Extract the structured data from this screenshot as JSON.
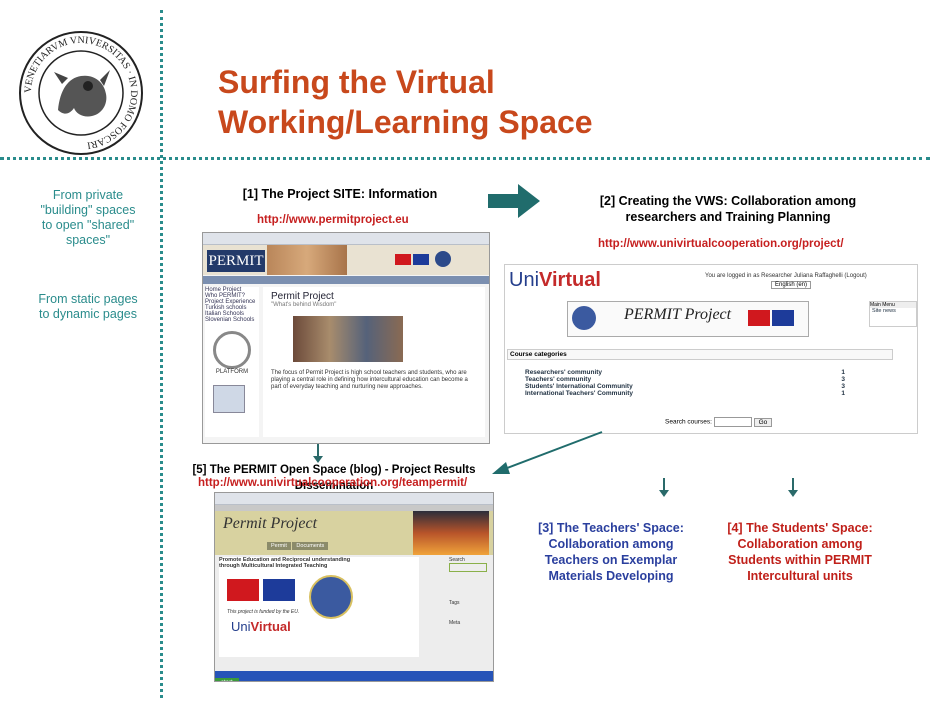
{
  "slide": {
    "title_line1": "Surfing the Virtual",
    "title_line2": "Working/Learning Space",
    "seal_text": "VENETIARVM VNIVERSITAS · IN DOMO FOSCARI",
    "side_note_1": "From private \"building\" spaces to open \"shared\" spaces\"",
    "side_note_2": "From static pages to dynamic pages",
    "caption_1": "[1] The Project SITE: Information",
    "url_1": "http://www.permitproject.eu",
    "caption_2a": "[2] Creating the VWS: Collaboration among",
    "caption_2b": "researchers and Training Planning",
    "url_2": "http://www.univirtualcooperation.org/project/",
    "caption_5": "[5] The PERMIT Open Space (blog) - Project Results Dissemination",
    "url_5": "http://www.univirtualcooperation.org/teampermit/",
    "caption_3": "[3] The Teachers' Space: Collaboration among Teachers on Exemplar Materials Developing",
    "caption_4": "[4] The Students' Space: Collaboration among Students within PERMIT Intercultural units"
  },
  "shot1": {
    "brand": "PERMIT",
    "heading": "Permit Project",
    "sub": "\"What's behind Wisdom\"",
    "nav": [
      "Home Project",
      "Who PERMIT?",
      "Project Experience",
      "Turkish schools",
      "Italian Schools",
      "Slovenian Schools"
    ],
    "platform": "PLATFORM",
    "body": "The focus of Permit Project is high school teachers and students, who are playing a central role in defining how intercultural education can become a part of everyday teaching and nurturing new approaches."
  },
  "shot2": {
    "brand_a": "Uni",
    "brand_b": "Virtual",
    "login": "You are logged in as Researcher Juliana Raffaghelli (Logout)",
    "lang": "English (en)",
    "banner": "PERMIT Project",
    "categories_title": "Course categories",
    "categories": [
      {
        "name": "Researchers' community",
        "count": "1"
      },
      {
        "name": "Teachers' community",
        "count": "3"
      },
      {
        "name": "Students' International Community",
        "count": "3"
      },
      {
        "name": "International Teachers' Community",
        "count": "1"
      }
    ],
    "search_label": "Search courses:",
    "go": "Go",
    "side_title": "Main Menu",
    "side_item": "Site news"
  },
  "shot5": {
    "title": "Permit Project",
    "tab1": "Permit",
    "tab2": "Documents",
    "tagline": "Promote Education and Reciprocal understanding through Multicultural Integrated Teaching",
    "funded": "This project is funded by the EU.",
    "brand_a": "Uni",
    "brand_b": "Virtual",
    "side1": "Search",
    "side2": "Tags",
    "side3": "Meta",
    "taskbar": "start"
  },
  "colors": {
    "title": "#c8481c",
    "teal": "#2a8c8c",
    "blue": "#2a3f9e",
    "red": "#c0201a"
  }
}
